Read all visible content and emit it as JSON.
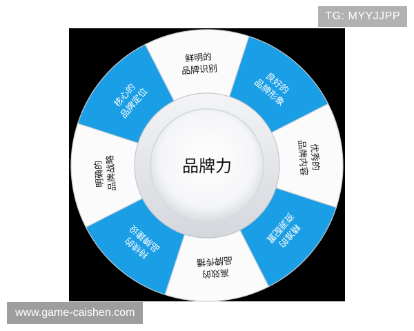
{
  "watermarks": {
    "top_right": "TG: MYYJJPP",
    "bottom_left": "www.game-caishen.com"
  },
  "diagram": {
    "center_label": "品牌力",
    "colors": {
      "blue": "#1a9ee5",
      "white": "#fbfbfb",
      "gray": "#e3e5e8",
      "background": "#000000"
    },
    "segments": [
      {
        "line1": "核心的",
        "line2": "品牌定位",
        "style": "blue"
      },
      {
        "line1": "鲜明的",
        "line2": "品牌识别",
        "style": "white"
      },
      {
        "line1": "良好的",
        "line2": "品牌形象",
        "style": "blue"
      },
      {
        "line1": "优秀的",
        "line2": "品牌内容",
        "style": "white"
      },
      {
        "line1": "精准的",
        "line2": "资源配置",
        "style": "blue"
      },
      {
        "line1": "高效的",
        "line2": "品牌传播",
        "style": "white"
      },
      {
        "line1": "持续的",
        "line2": "品牌建设",
        "style": "blue"
      },
      {
        "line1": "明确的",
        "line2": "品牌战略",
        "style": "white"
      }
    ]
  }
}
